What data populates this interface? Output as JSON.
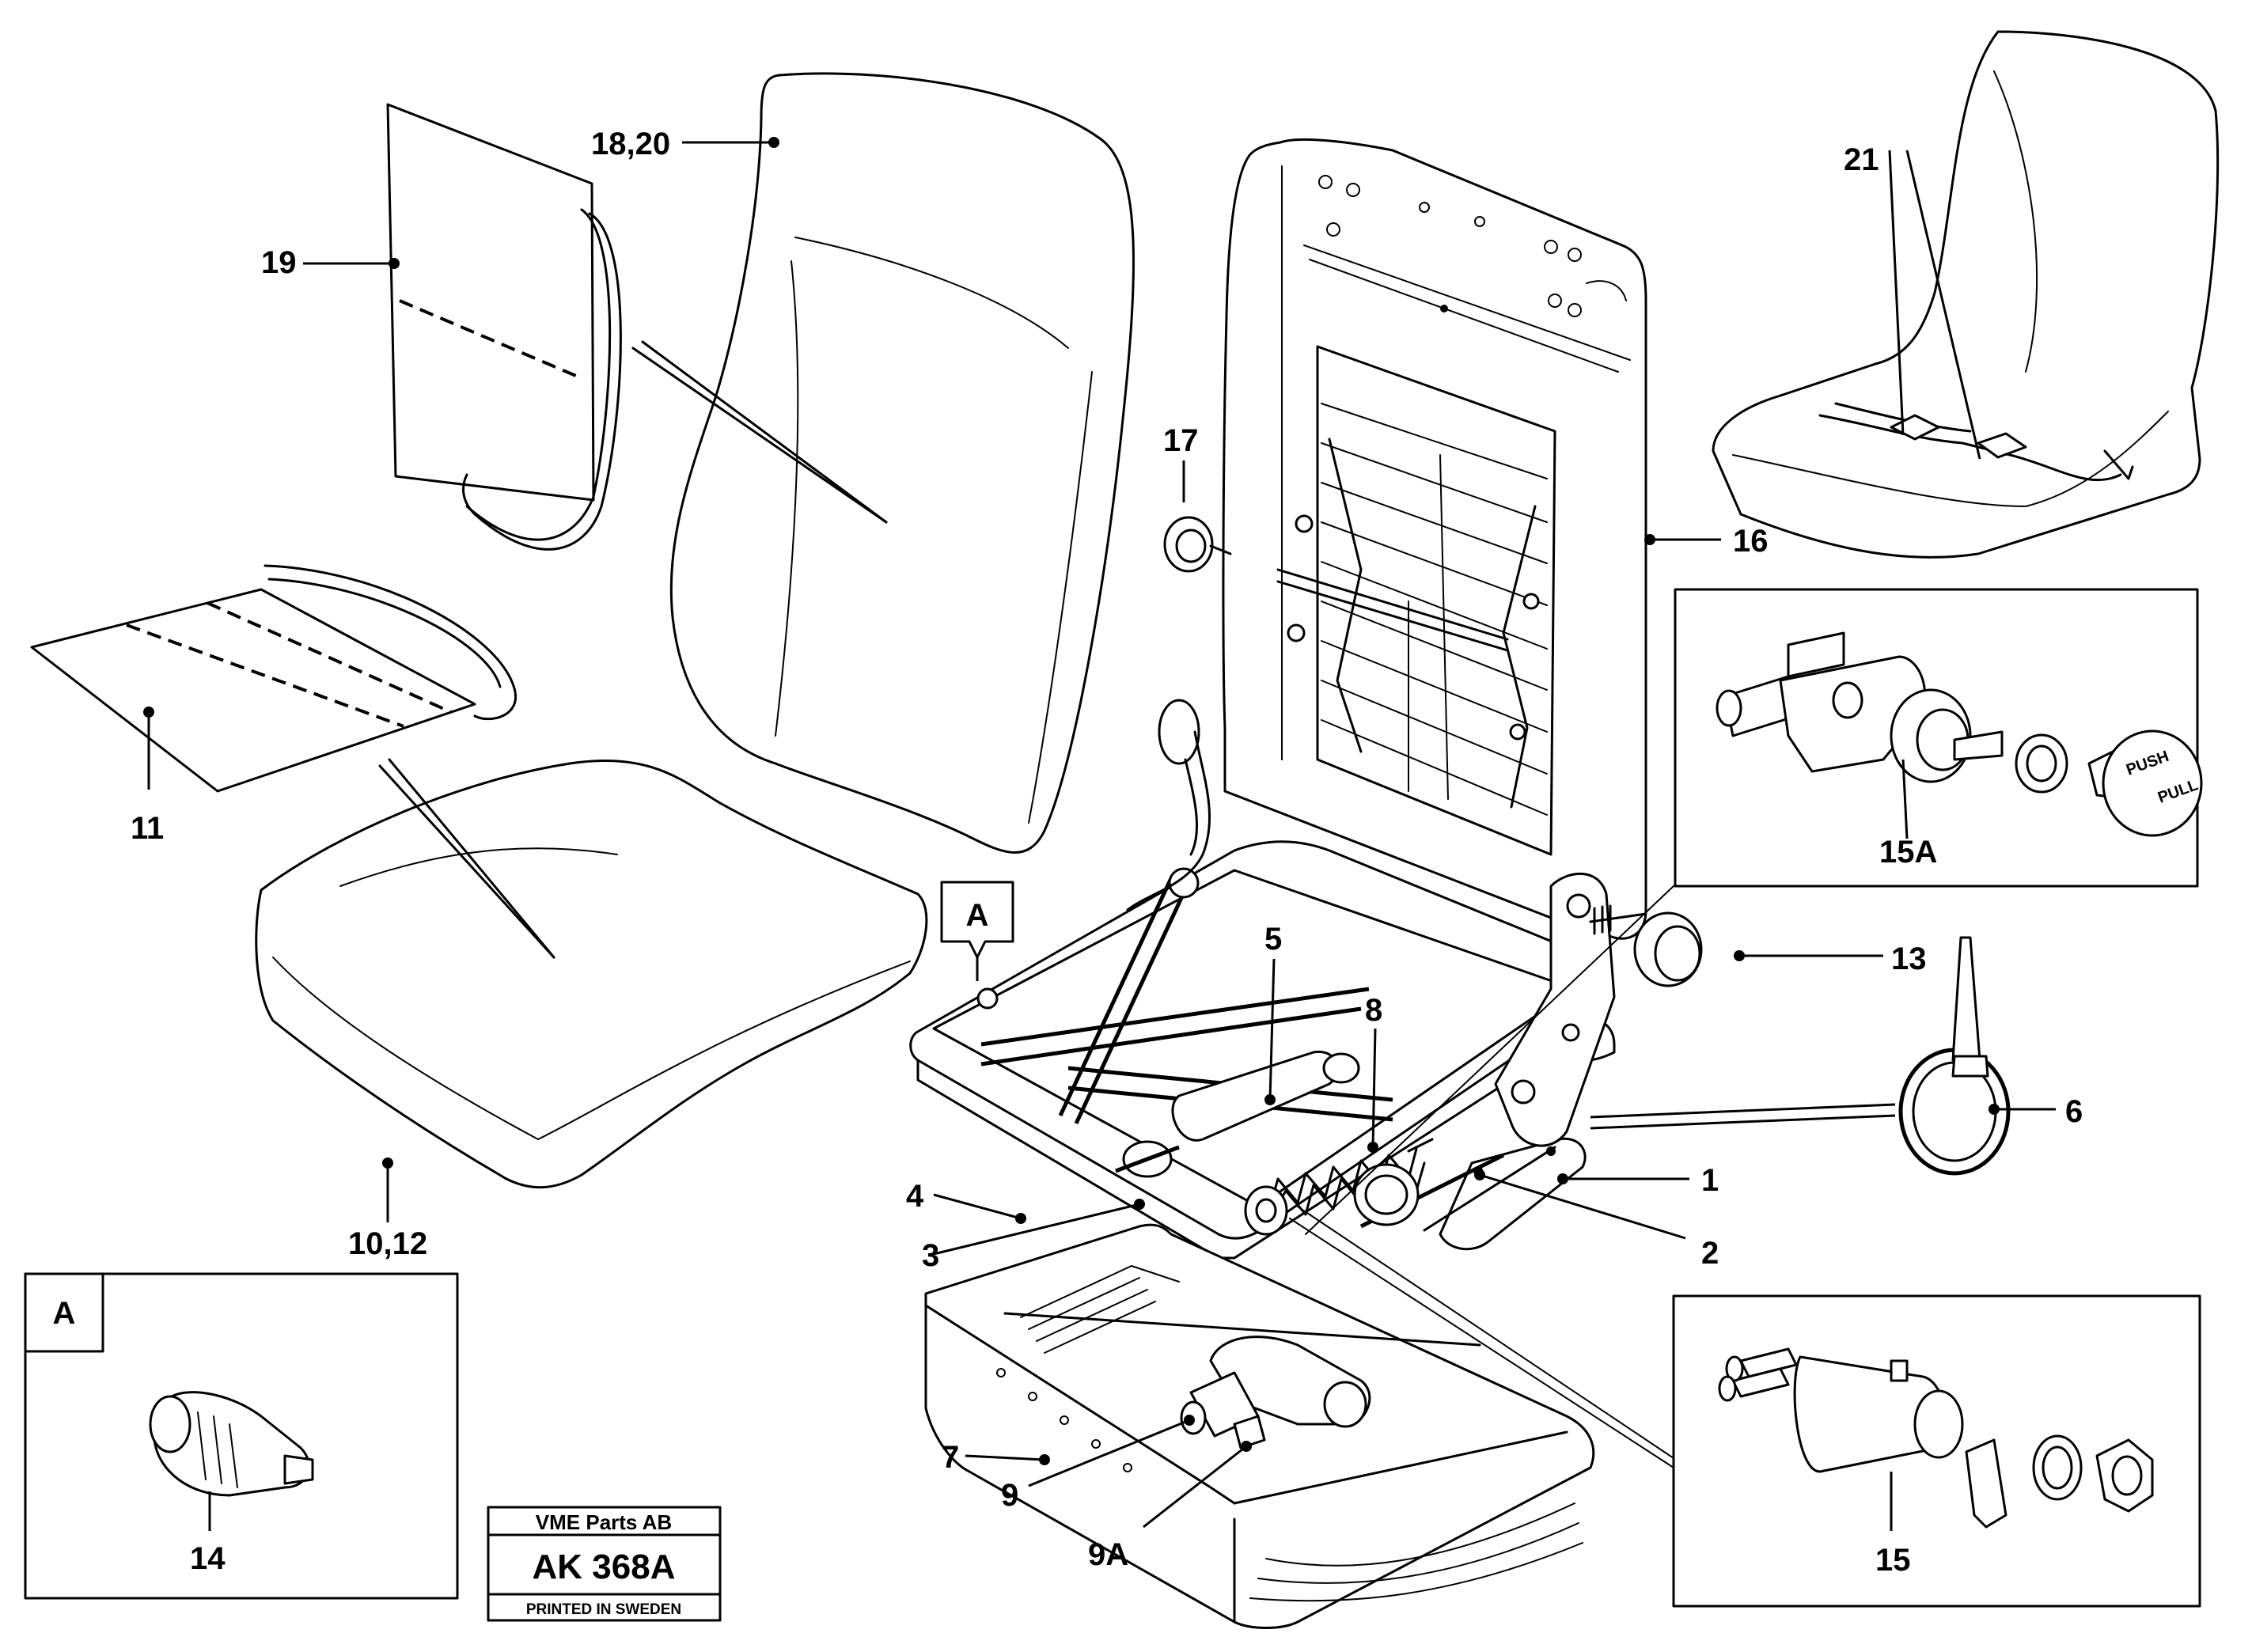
{
  "part_labels": {
    "p1": "1",
    "p2": "2",
    "p3": "3",
    "p4": "4",
    "p5": "5",
    "p6": "6",
    "p7": "7",
    "p8": "8",
    "p9": "9",
    "p9a": "9A",
    "p10_12": "10,12",
    "p11": "11",
    "p13": "13",
    "p14": "14",
    "p15": "15",
    "p15a": "15A",
    "p16": "16",
    "p17": "17",
    "p18_20": "18,20",
    "p19": "19",
    "p21": "21"
  },
  "detail_marker": "A",
  "knob_text": {
    "push": "PUSH",
    "pull": "PULL"
  },
  "title_block": {
    "company": "VME Parts AB",
    "drawing_number": "AK 368A",
    "printed": "PRINTED IN SWEDEN"
  }
}
